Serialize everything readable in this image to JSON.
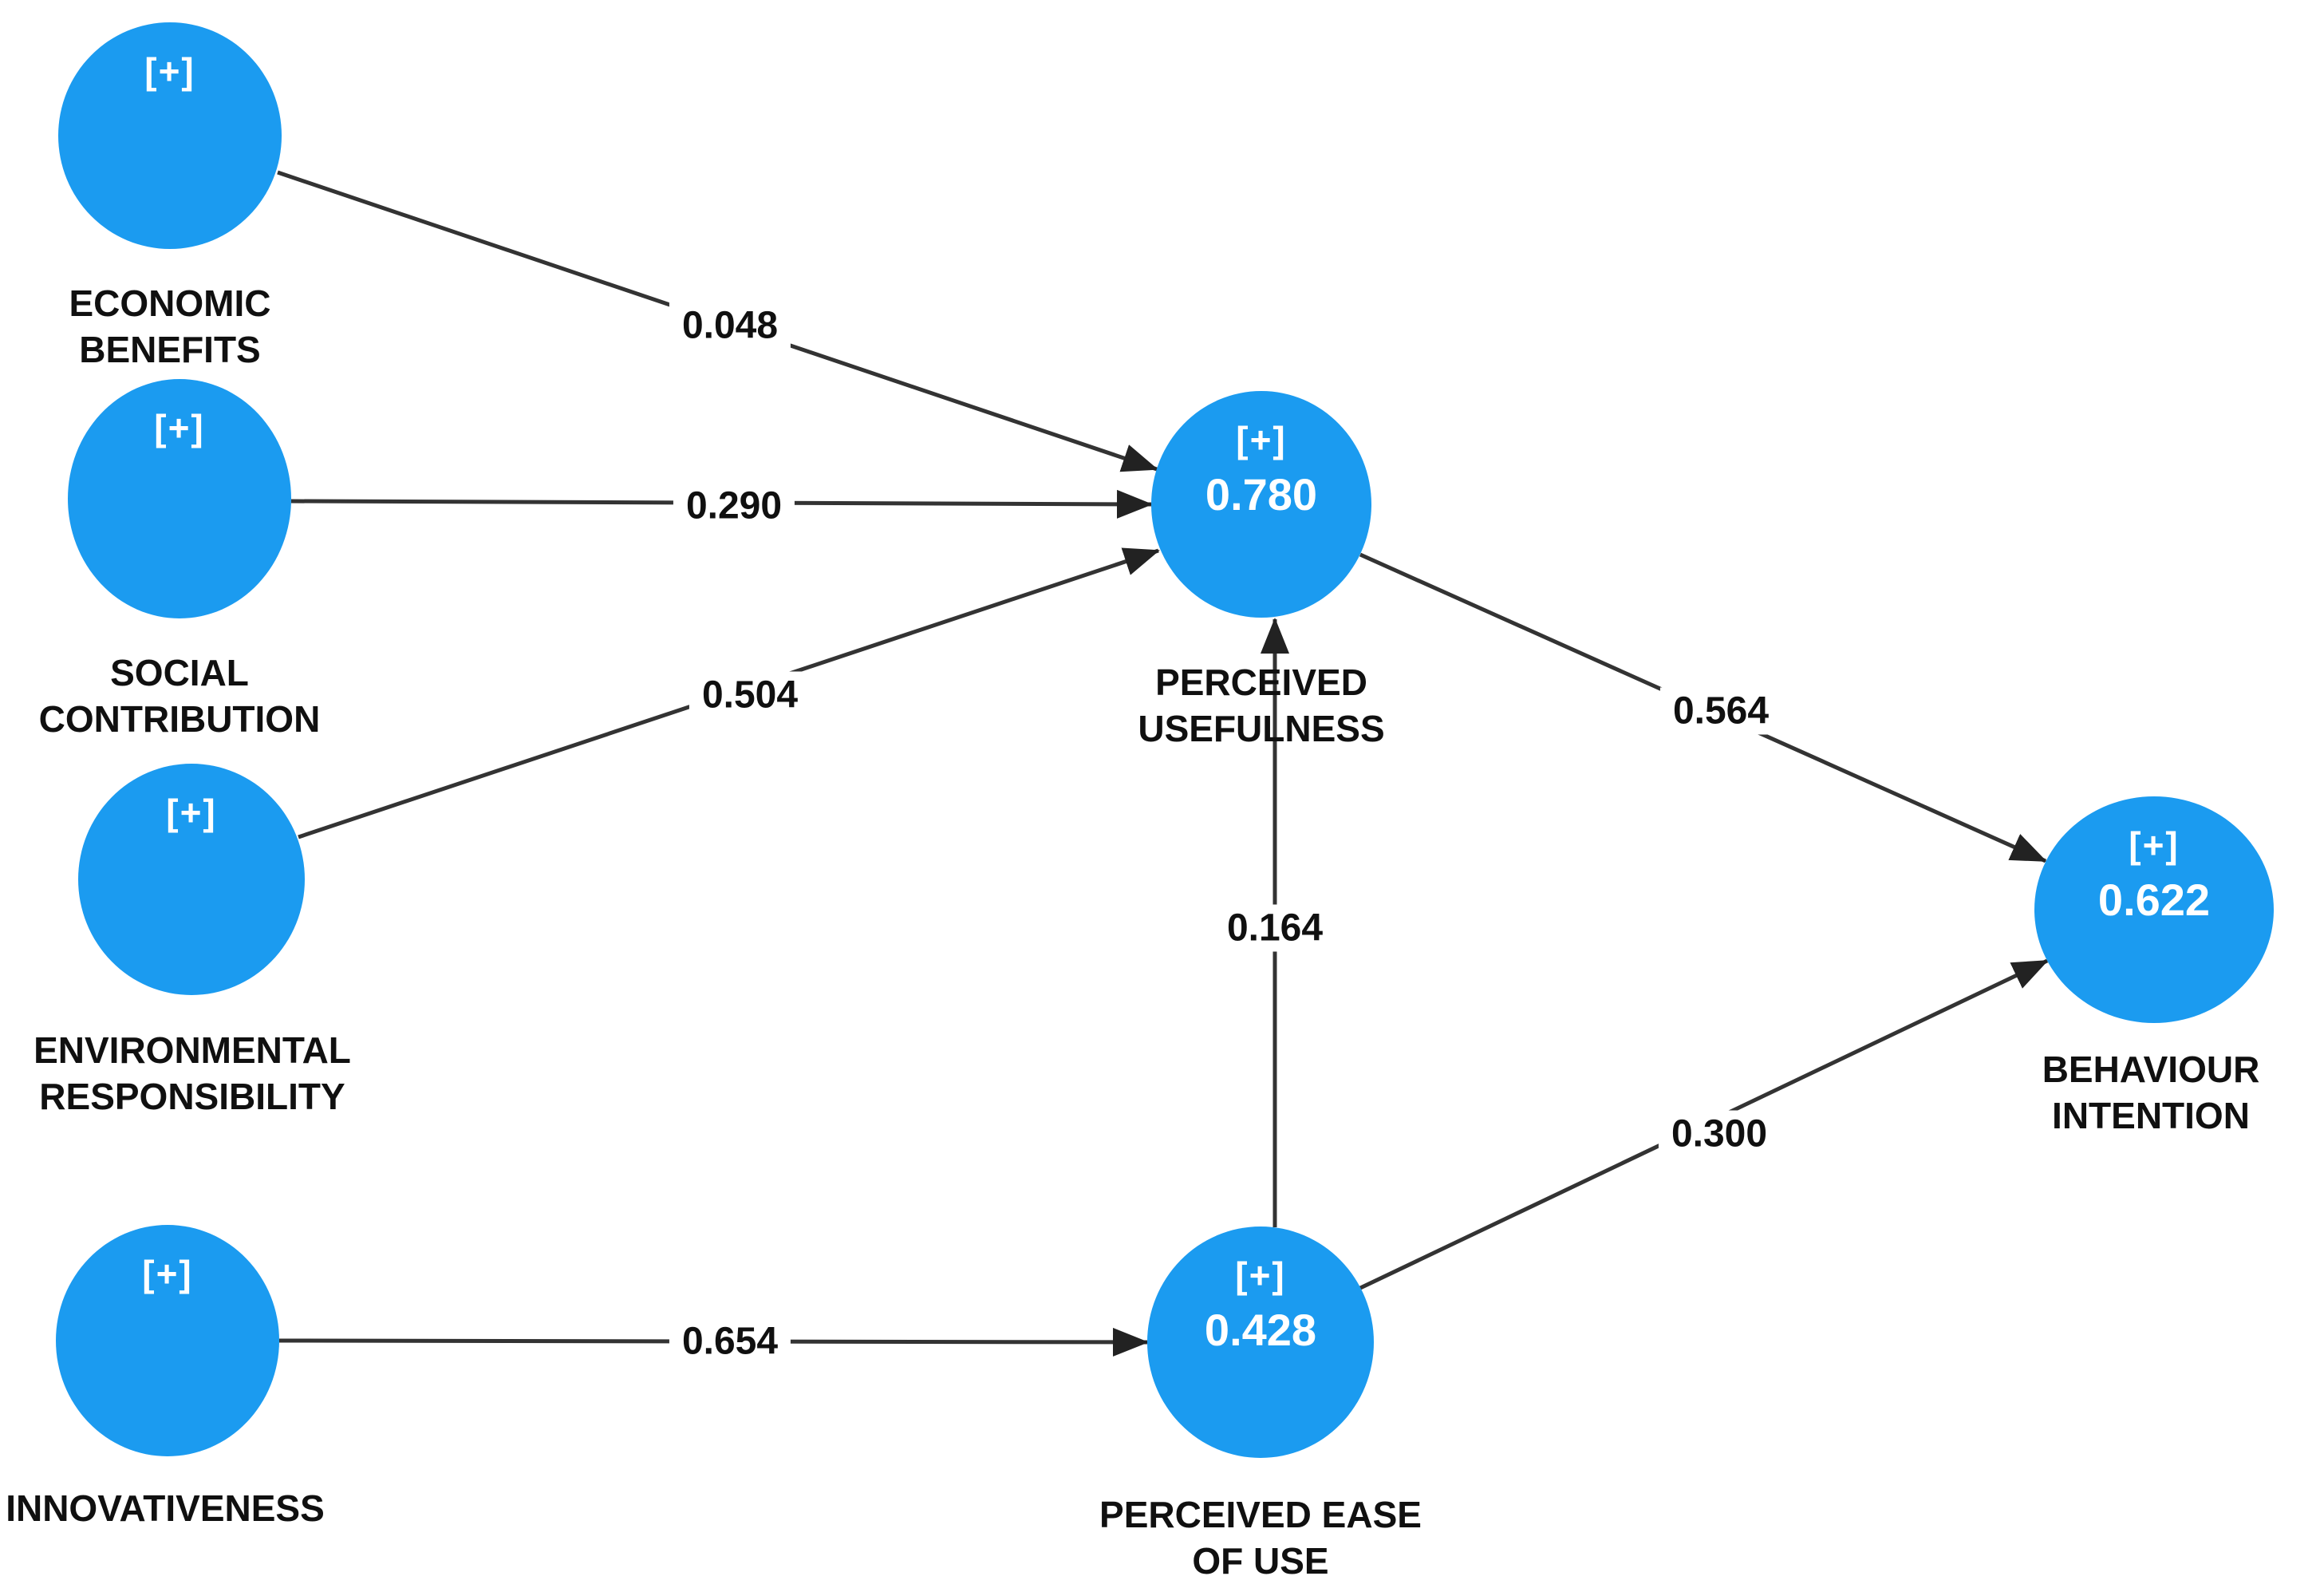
{
  "colors": {
    "node_fill": "#1b9bf0",
    "node_text": "#ffffff",
    "caption_text": "#101010",
    "coefficient_text": "#101010",
    "path_line": "#333333",
    "background": "#ffffff"
  },
  "nodes": [
    {
      "id": "economic-benefits",
      "icon": "[+]",
      "label": "ECONOMIC\nBENEFITS"
    },
    {
      "id": "social-contribution",
      "icon": "[+]",
      "label": "SOCIAL\nCONTRIBUTION"
    },
    {
      "id": "environmental-responsibility",
      "icon": "[+]",
      "label": "ENVIRONMENTAL\nRESPONSIBILITY"
    },
    {
      "id": "innovativeness",
      "icon": "[+]",
      "label": "INNOVATIVENESS"
    },
    {
      "id": "perceived-usefulness",
      "icon": "[+]",
      "value": "0.780",
      "label": "PERCEIVED\nUSEFULNESS"
    },
    {
      "id": "perceived-ease-of-use",
      "icon": "[+]",
      "value": "0.428",
      "label": "PERCEIVED EASE\nOF USE"
    },
    {
      "id": "behaviour-intention",
      "icon": "[+]",
      "value": "0.622",
      "label": "BEHAVIOUR\nINTENTION"
    }
  ],
  "paths": [
    {
      "from": "ECONOMIC BENEFITS",
      "to": "PERCEIVED USEFULNESS",
      "coefficient": "0.048"
    },
    {
      "from": "SOCIAL CONTRIBUTION",
      "to": "PERCEIVED USEFULNESS",
      "coefficient": "0.290"
    },
    {
      "from": "ENVIRONMENTAL RESPONSIBILITY",
      "to": "PERCEIVED USEFULNESS",
      "coefficient": "0.504"
    },
    {
      "from": "INNOVATIVENESS",
      "to": "PERCEIVED EASE OF USE",
      "coefficient": "0.654"
    },
    {
      "from": "PERCEIVED EASE OF USE",
      "to": "PERCEIVED USEFULNESS",
      "coefficient": "0.164"
    },
    {
      "from": "PERCEIVED USEFULNESS",
      "to": "BEHAVIOUR INTENTION",
      "coefficient": "0.564"
    },
    {
      "from": "PERCEIVED EASE OF USE",
      "to": "BEHAVIOUR INTENTION",
      "coefficient": "0.300"
    }
  ]
}
